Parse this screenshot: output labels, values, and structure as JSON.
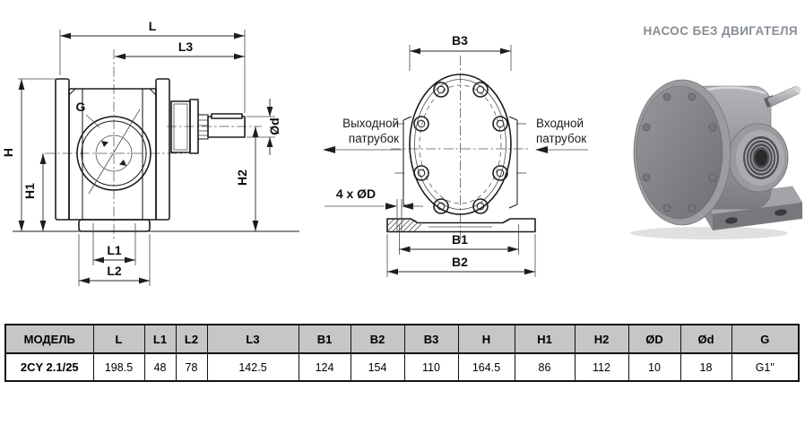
{
  "title": "НАСОС БЕЗ ДВИГАТЕЛЯ",
  "colors": {
    "drawing_line": "#1d1d1f",
    "table_header_bg": "#c6c6c6",
    "table_border": "#111111",
    "title_text": "#878e95",
    "pump_body_gray": "#8f9093"
  },
  "side_view": {
    "labels": {
      "L": "L",
      "L3": "L3",
      "G": "G",
      "Od": "Ød",
      "H": "H",
      "H1": "H1",
      "H2": "H2",
      "L1": "L1",
      "L2": "L2"
    }
  },
  "front_view": {
    "labels": {
      "B3": "B3",
      "holes": "4 x ØD",
      "B1": "B1",
      "B2": "B2"
    },
    "outlet": {
      "line1": "Выходной",
      "line2": "патрубок"
    },
    "inlet": {
      "line1": "Входной",
      "line2": "патрубок"
    }
  },
  "table": {
    "headers": [
      "МОДЕЛЬ",
      "L",
      "L1",
      "L2",
      "L3",
      "B1",
      "B2",
      "B3",
      "H",
      "H1",
      "H2",
      "ØD",
      "Ød",
      "G"
    ],
    "rows": [
      [
        "2CY 2.1/25",
        "198.5",
        "48",
        "78",
        "142.5",
        "124",
        "154",
        "110",
        "164.5",
        "86",
        "112",
        "10",
        "18",
        "G1\""
      ]
    ]
  }
}
